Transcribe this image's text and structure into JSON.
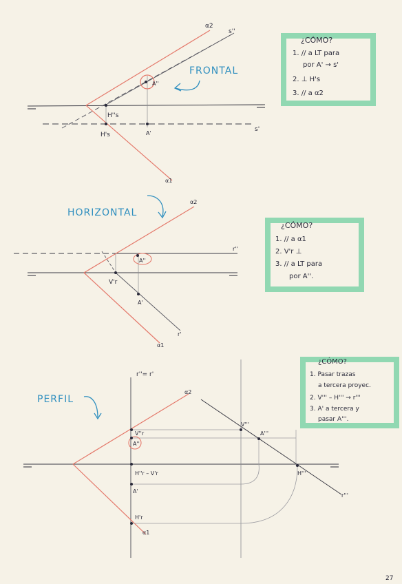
{
  "page_number": "27",
  "sections": {
    "frontal": {
      "title": "FRONTAL",
      "note_heading": "¿CÓMO?",
      "steps": [
        "1. // a LT para",
        "por A' → s'",
        "2. ⊥ H's",
        "3. // a α2"
      ],
      "labels": {
        "alpha2": "α2",
        "s2": "s''",
        "s1": "s'",
        "A2": "A''",
        "A1": "A'",
        "H2": "H''s",
        "H1": "H's",
        "alpha1": "α1"
      }
    },
    "horizontal": {
      "title": "HORIZONTAL",
      "note_heading": "¿CÓMO?",
      "steps": [
        "1. // a α1",
        "2. V'r ⊥",
        "3. // a LT para",
        "por A''."
      ],
      "labels": {
        "alpha2": "α2",
        "r2": "r''",
        "A2": "A''",
        "V1": "V'r",
        "A1": "A'",
        "r1": "r'",
        "alpha1": "α1"
      }
    },
    "perfil": {
      "title": "PERFIL",
      "note_heading": "¿CÓMO?",
      "steps": [
        "1. Pasar trazas",
        "a tercera proyec.",
        "2. V''' – H''' → r'''",
        "3. A' a tercera y",
        "pasar A'''."
      ],
      "labels": {
        "r2r1": "r''= r'",
        "alpha2": "α2",
        "V2": "V''r",
        "A2": "A''",
        "H2V1": "H''r – V'r",
        "A1": "A'",
        "H1": "H'r",
        "alpha1": "α1",
        "V3": "V'''",
        "A3": "A'''",
        "H3": "H'''",
        "r3": "r'''"
      }
    }
  },
  "colors": {
    "paper": "#f6f2e7",
    "ink": "#2a2a3a",
    "pencil": "#55555f",
    "red": "#e4786a",
    "blue": "#2f8fbf",
    "highlight": "#7fd3a8"
  }
}
